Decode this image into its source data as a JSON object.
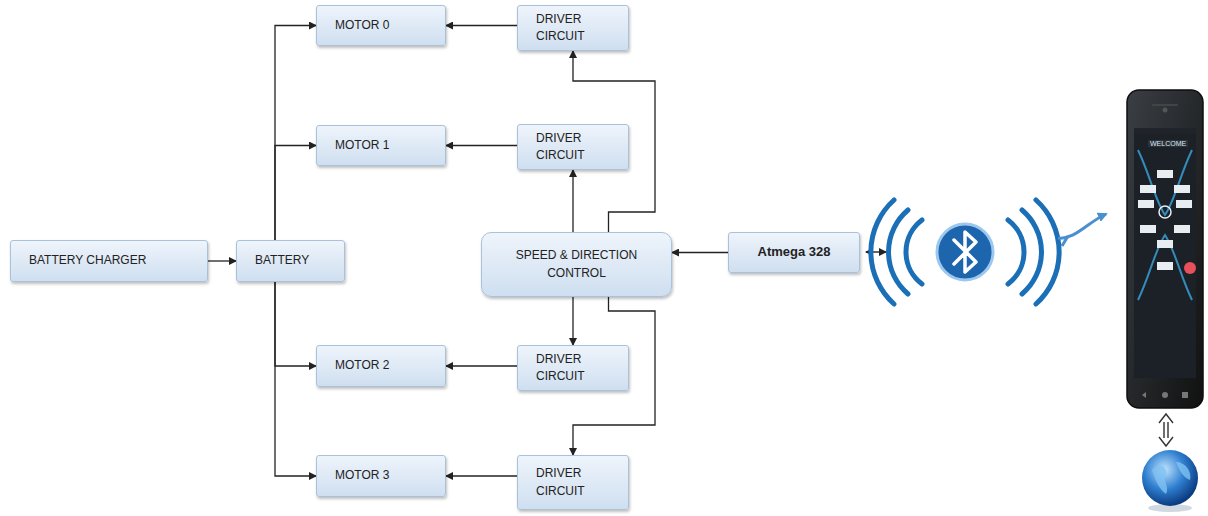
{
  "diagram": {
    "nodes": [
      {
        "text": [
          "MOTOR 0"
        ]
      },
      {
        "text": [
          "DRIVER CIRCUIT"
        ]
      },
      {
        "text": [
          "MOTOR 1"
        ]
      },
      {
        "text": [
          "DRIVER CIRCUIT"
        ]
      },
      {
        "text": [
          "BATTERY CHARGER"
        ]
      },
      {
        "text": [
          "BATTERY"
        ]
      },
      {
        "text": [
          "SPEED & DIRECTION CONTROL"
        ]
      },
      {
        "text": [
          "Atmega 328"
        ]
      },
      {
        "text": [
          "MOTOR 2"
        ]
      },
      {
        "text": [
          "DRIVER CIRCUIT"
        ]
      },
      {
        "text": [
          "MOTOR 3"
        ]
      },
      {
        "text": [
          "DRIVER CIRCUIT"
        ]
      }
    ],
    "edges": [
      {
        "from": 4,
        "to": 5,
        "arrow": "to"
      },
      {
        "from": 5,
        "to": 0,
        "arrow": "to"
      },
      {
        "from": 5,
        "to": 2,
        "arrow": "to"
      },
      {
        "from": 5,
        "to": 8,
        "arrow": "to"
      },
      {
        "from": 5,
        "to": 10,
        "arrow": "to"
      },
      {
        "from": 1,
        "to": 0,
        "arrow": "to"
      },
      {
        "from": 3,
        "to": 2,
        "arrow": "to"
      },
      {
        "from": 9,
        "to": 8,
        "arrow": "to"
      },
      {
        "from": 11,
        "to": 10,
        "arrow": "to"
      },
      {
        "from": 6,
        "to": 1,
        "arrow": "to"
      },
      {
        "from": 6,
        "to": 3,
        "arrow": "to"
      },
      {
        "from": 6,
        "to": 9,
        "arrow": "to"
      },
      {
        "from": 6,
        "to": 11,
        "arrow": "to"
      },
      {
        "from": 7,
        "to": 6,
        "arrow": "to"
      }
    ],
    "labels": [
      "WELCOME"
    ]
  }
}
